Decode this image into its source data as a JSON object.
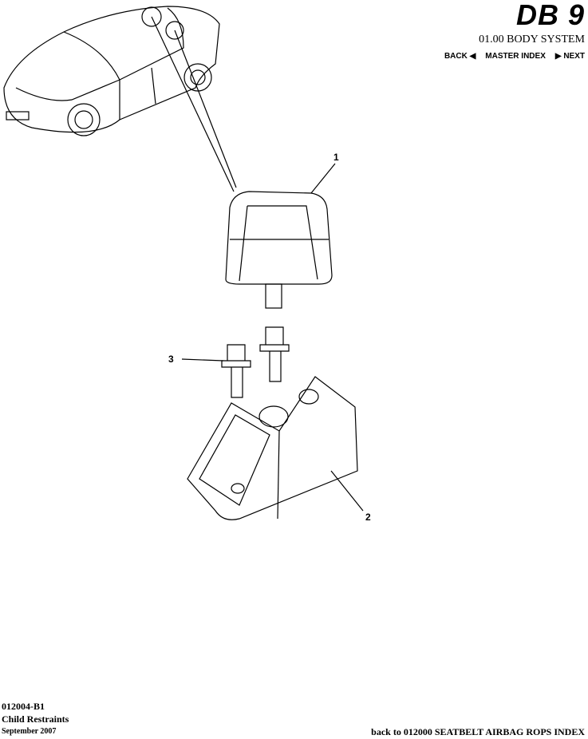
{
  "header": {
    "logo": "DB9",
    "system_title": "01.00 BODY SYSTEM",
    "nav": {
      "back": "BACK ◀",
      "master_index": "MASTER INDEX",
      "next": "▶ NEXT"
    }
  },
  "diagram": {
    "callouts": [
      "1",
      "2",
      "3"
    ]
  },
  "footer": {
    "code": "012004-B1",
    "title": "Child Restraints",
    "date": "September 2007",
    "back_link": "back to 012000 SEATBELT AIRBAG ROPS INDEX"
  }
}
